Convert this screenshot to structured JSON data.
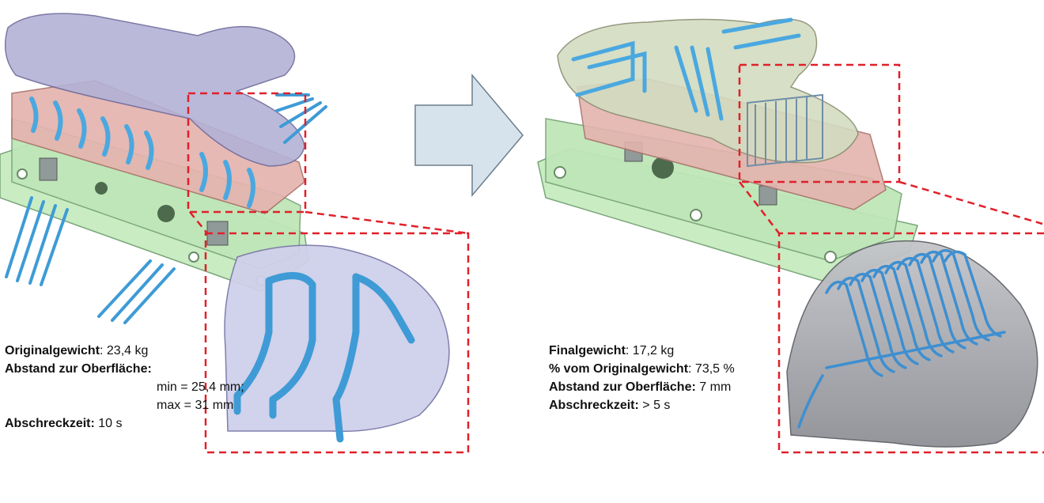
{
  "left": {
    "original_weight_label": "Originalgewicht",
    "original_weight_value": "23,4 kg",
    "distance_label": "Abstand zur Oberfläche:",
    "distance_min": "min = 25,4 mm;",
    "distance_max": "max = 31 mm",
    "quench_label": "Abschreckzeit:",
    "quench_value": "10 s"
  },
  "right": {
    "final_weight_label": "Finalgewicht",
    "final_weight_value": "17,2 kg",
    "percent_label": "% vom Originalgewicht",
    "percent_value": "73,5 %",
    "distance_label": "Abstand zur Oberfläche:",
    "distance_value": "7 mm",
    "quench_label": "Abschreckzeit:",
    "quench_value": "> 5 s"
  },
  "colors": {
    "arrow_fill": "#d6e3ec",
    "arrow_stroke": "#6b7d8c",
    "base_green": "#c9ecc3",
    "frame_pink": "#e4b4ae",
    "top_cover_purple": "#b4b2d6",
    "channel_blue": "#4aa8e0",
    "detail_box_red": "#e0202a",
    "gray_part": "#9ea0a6"
  }
}
